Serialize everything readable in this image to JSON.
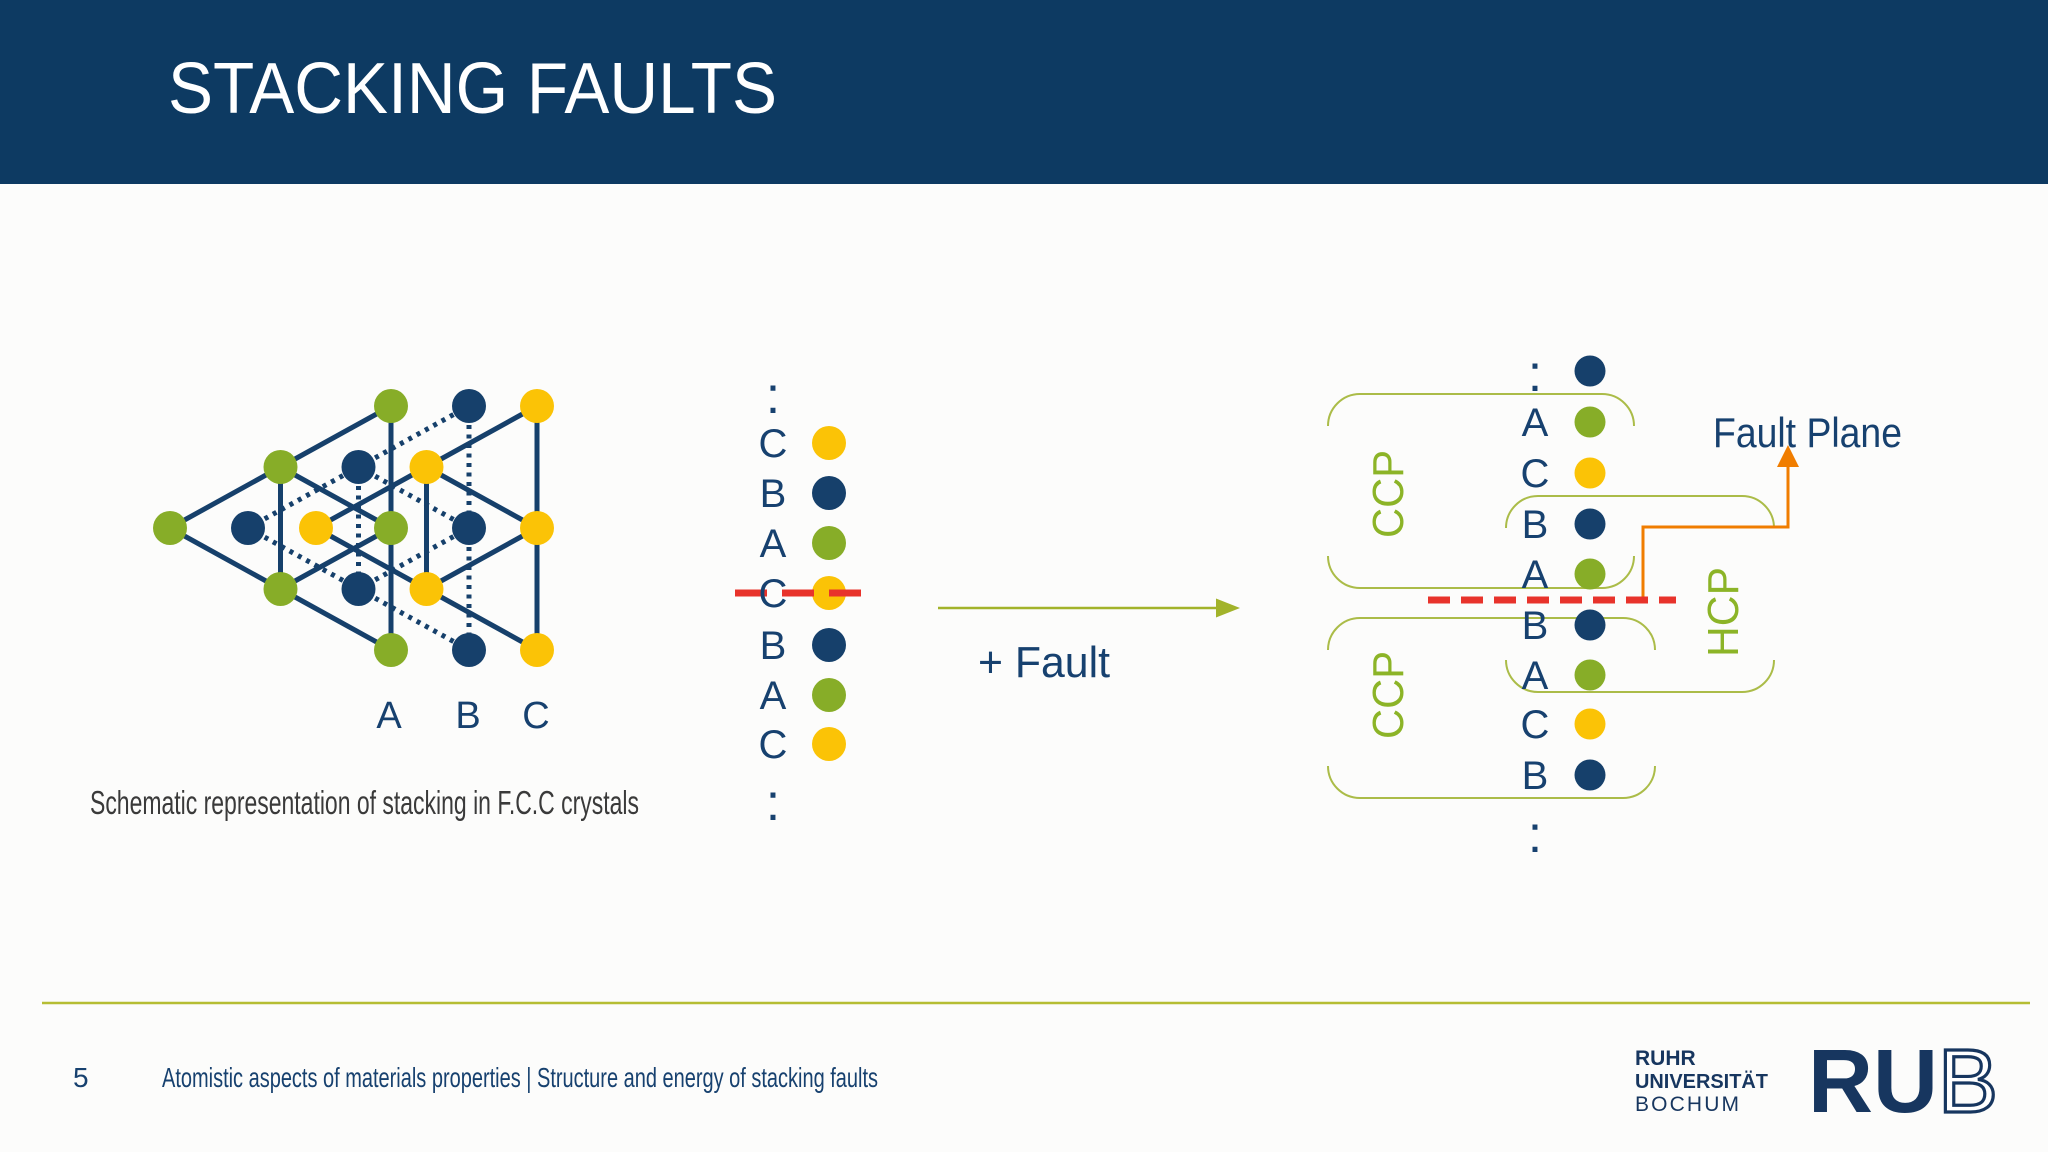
{
  "title": "STACKING FAULTS",
  "left_diagram": {
    "caption": "Schematic representation of stacking in F.C.C crystals",
    "column_labels": [
      "A",
      "B",
      "C"
    ],
    "sublattices": [
      {
        "name": "A",
        "color": "green",
        "line_style": "solid"
      },
      {
        "name": "B",
        "color": "navy",
        "line_style": "dotted"
      },
      {
        "name": "C",
        "color": "yellow",
        "line_style": "solid"
      }
    ]
  },
  "middle_stack": {
    "ellipsis_top": ":",
    "ellipsis_bottom": ":",
    "rows": [
      {
        "letter": "C",
        "color": "yellow"
      },
      {
        "letter": "B",
        "color": "navy"
      },
      {
        "letter": "A",
        "color": "green"
      },
      {
        "letter": "C",
        "color": "yellow",
        "fault": true
      },
      {
        "letter": "B",
        "color": "navy"
      },
      {
        "letter": "A",
        "color": "green"
      },
      {
        "letter": "C",
        "color": "yellow"
      }
    ]
  },
  "transition": {
    "arrow_label": "+ Fault"
  },
  "right_stack": {
    "ellipsis_top": ":",
    "ellipsis_bottom": ":",
    "rows": [
      {
        "letter": "",
        "color": "navy"
      },
      {
        "letter": "A",
        "color": "green"
      },
      {
        "letter": "C",
        "color": "yellow"
      },
      {
        "letter": "B",
        "color": "navy"
      },
      {
        "letter": "A",
        "color": "green"
      },
      {
        "letter": "B",
        "color": "navy"
      },
      {
        "letter": "A",
        "color": "green"
      },
      {
        "letter": "C",
        "color": "yellow"
      },
      {
        "letter": "B",
        "color": "navy"
      }
    ],
    "fault_line_between_rows": [
      4,
      5
    ],
    "labels": {
      "ccp_top": "CCP",
      "ccp_bottom": "CCP",
      "hcp": "HCP",
      "fault_plane": "Fault Plane"
    }
  },
  "footer": {
    "page_number": "5",
    "text": "Atomistic aspects of materials properties | Structure and energy of stacking faults",
    "logo": {
      "line1": "RUHR",
      "line2": "UNIVERSITÄT",
      "line3": "BOCHUM",
      "wordmark_heavy": "RU",
      "wordmark_light": "B"
    }
  },
  "colors": {
    "header": "#0d3a62",
    "navy": "#16406b",
    "navy_text": "#17416f",
    "green": "#87ad28",
    "yellow": "#fbc306",
    "red": "#e8332b",
    "orange": "#f07d00",
    "olive_arrow": "#a2b32a",
    "bracket": "#abbc48",
    "label_green": "#8cb427",
    "rule": "#b5bd33",
    "caption_gray": "#3a3a3a"
  }
}
